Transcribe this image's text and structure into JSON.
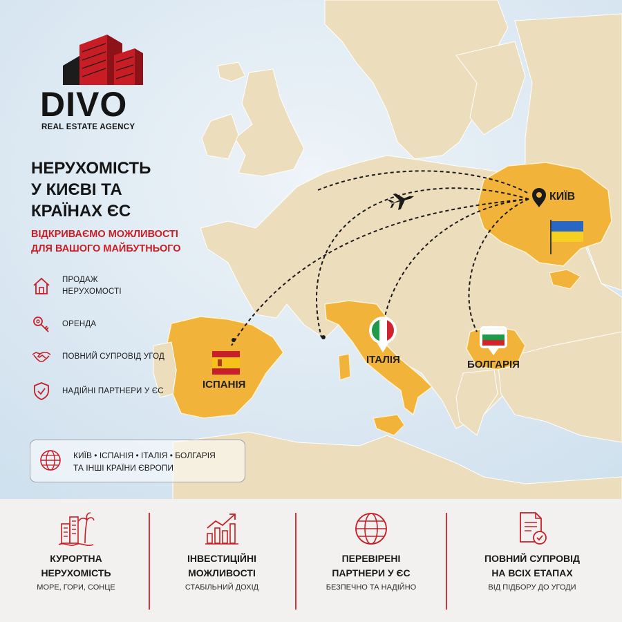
{
  "brand": {
    "name": "DIVO",
    "tagline": "REAL ESTATE AGENCY",
    "accent_color": "#c81d24"
  },
  "headline": {
    "lines": [
      "НЕРУХОМІСТЬ",
      "У КИЄВІ ТА",
      "КРАЇНАХ ЄС"
    ]
  },
  "subheadline": {
    "lines": [
      "ВІДКРИВАЄМО МОЖЛИВОСТІ",
      "ДЛЯ ВАШОГО МАЙБУТНЬОГО"
    ]
  },
  "features": [
    {
      "icon": "house-icon",
      "lines": [
        "ПРОДАЖ",
        "НЕРУХОМОСТІ"
      ]
    },
    {
      "icon": "key-icon",
      "lines": [
        "ОРЕНДА"
      ]
    },
    {
      "icon": "handshake-icon",
      "lines": [
        "ПОВНИЙ СУПРОВІД УГОД"
      ]
    },
    {
      "icon": "shield-check-icon",
      "lines": [
        "НАДІЙНІ ПАРТНЕРИ У ЄС"
      ]
    }
  ],
  "countries_box": {
    "icon": "globe-icon",
    "line1": "КИЇВ • ІСПАНІЯ • ІТАЛІЯ • БОЛГАРІЯ",
    "line2": "ТА ІНШІ КРАЇНИ ЄВРОПИ"
  },
  "map": {
    "hub": {
      "label": "КИЇВ",
      "icon": "location-pin-icon",
      "flag": "ukraine-flag"
    },
    "destinations": [
      {
        "label": "ІСПАНІЯ",
        "flag": "spain-flag"
      },
      {
        "label": "ІТАЛІЯ",
        "flag": "italy-flag"
      },
      {
        "label": "БОЛГАРІЯ",
        "flag": "bulgaria-flag"
      }
    ],
    "plane_icon": "airplane-icon",
    "colors": {
      "sea": "#dbe8f2",
      "land": "#ead9b6",
      "highlight": "#f2b33a",
      "route": "#1a1a1a"
    }
  },
  "benefits": [
    {
      "icon": "resort-buildings-palm-icon",
      "title_lines": [
        "КУРОРТНА",
        "НЕРУХОМІСТЬ"
      ],
      "subtitle": "МОРЕ, ГОРИ, СОНЦЕ"
    },
    {
      "icon": "growth-chart-icon",
      "title_lines": [
        "ІНВЕСТИЦІЙНІ",
        "МОЖЛИВОСТІ"
      ],
      "subtitle": "СТАБІЛЬНИЙ ДОХІД"
    },
    {
      "icon": "globe-icon",
      "title_lines": [
        "ПЕРЕВІРЕНІ",
        "ПАРТНЕРИ У ЄС"
      ],
      "subtitle": "БЕЗПЕЧНО ТА НАДІЙНО"
    },
    {
      "icon": "document-check-icon",
      "title_lines": [
        "ПОВНИЙ СУПРОВІД",
        "НА ВСІХ ЕТАПАХ"
      ],
      "subtitle": "ВІД ПІДБОРУ ДО УГОДИ"
    }
  ]
}
